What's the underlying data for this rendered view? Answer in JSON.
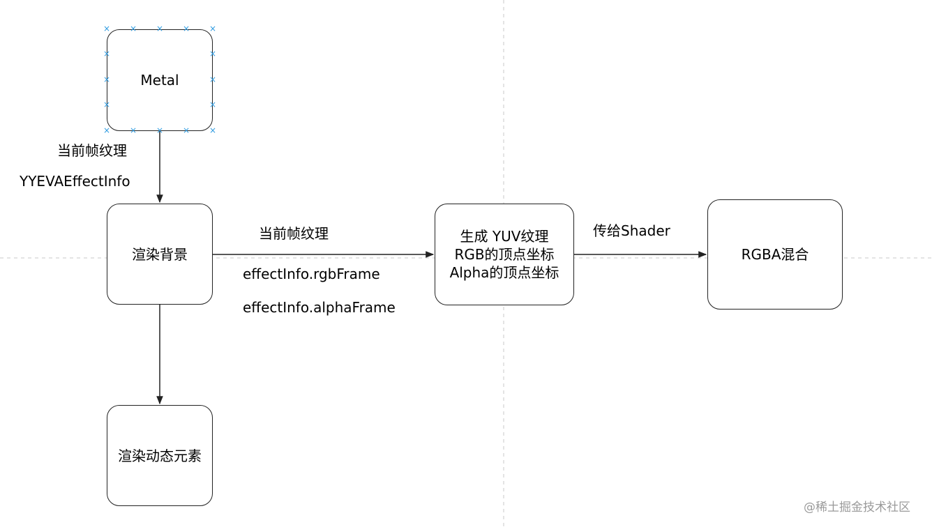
{
  "nodes": {
    "metal": "Metal",
    "render_background": "渲染背景",
    "render_dynamic": "渲染动态元素",
    "generate_yuv": [
      "生成 YUV纹理",
      "RGB的顶点坐标",
      "Alpha的顶点坐标"
    ],
    "rgba_blend": "RGBA混合"
  },
  "edge_labels": {
    "metal_to_bg_line1": "当前帧纹理",
    "metal_to_bg_line2": "YYEVAEffectInfo",
    "bg_to_yuv_top": "当前帧纹理",
    "bg_to_yuv_bottom1": "effectInfo.rgbFrame",
    "bg_to_yuv_bottom2": "effectInfo.alphaFrame",
    "yuv_to_rgba": "传给Shader"
  },
  "watermark": "@稀土掘金技术社区",
  "colors": {
    "stroke": "#222222",
    "guide": "#c8c8c8",
    "selection": "#2f9be0",
    "watermark": "#9a9a9a"
  }
}
